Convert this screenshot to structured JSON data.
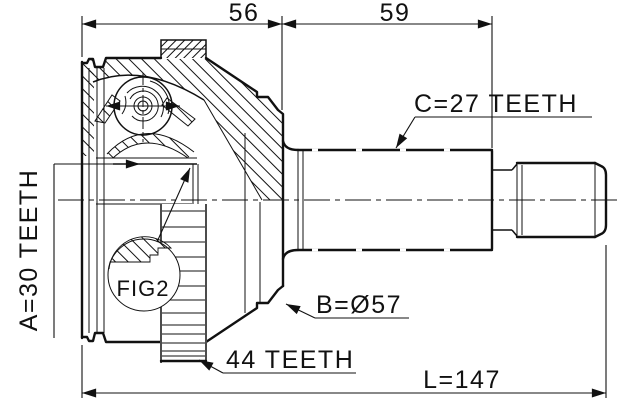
{
  "title": "CV joint half-section technical drawing",
  "colors": {
    "line": "#111111",
    "background": "#ffffff"
  },
  "drawing": {
    "dimensions": {
      "housing_width": "56",
      "spline_section_length": "59",
      "total_length": "L=147"
    },
    "callouts": {
      "outboard_spline": "C=27 TEETH",
      "inboard_spline": "A=30 TEETH",
      "housing_diameter": "B=Ø57",
      "abs_ring_teeth": "44 TEETH",
      "figure_ref": "FIG2"
    }
  }
}
